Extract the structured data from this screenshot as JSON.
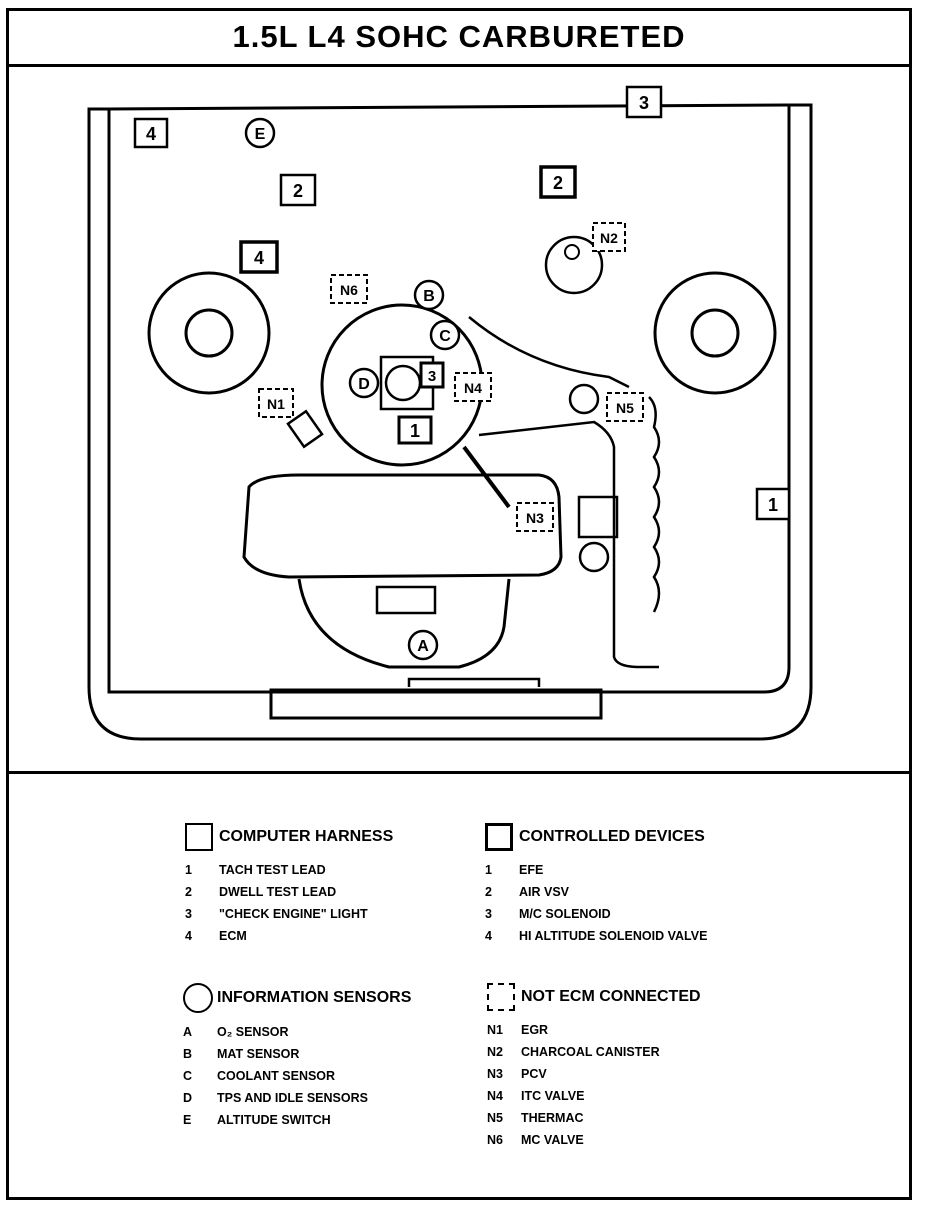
{
  "title": "1.5L L4 SOHC CARBURETED",
  "callouts": {
    "harness": [
      "1",
      "2",
      "3",
      "4"
    ],
    "devices": [
      "1",
      "2",
      "3",
      "4"
    ],
    "sensors": [
      "A",
      "B",
      "C",
      "D",
      "E"
    ],
    "not_ecm": [
      "N1",
      "N2",
      "N3",
      "N4",
      "N5",
      "N6"
    ]
  },
  "legend": {
    "computer_harness": {
      "heading": "COMPUTER HARNESS",
      "items": [
        {
          "code": "1",
          "label": "TACH TEST LEAD"
        },
        {
          "code": "2",
          "label": "DWELL TEST LEAD"
        },
        {
          "code": "3",
          "label": "\"CHECK ENGINE\" LIGHT"
        },
        {
          "code": "4",
          "label": "ECM"
        }
      ]
    },
    "controlled_devices": {
      "heading": "CONTROLLED DEVICES",
      "items": [
        {
          "code": "1",
          "label": "EFE"
        },
        {
          "code": "2",
          "label": "AIR VSV"
        },
        {
          "code": "3",
          "label": "M/C SOLENOID"
        },
        {
          "code": "4",
          "label": "HI ALTITUDE SOLENOID VALVE"
        }
      ]
    },
    "information_sensors": {
      "heading": "INFORMATION SENSORS",
      "items": [
        {
          "code": "A",
          "label": "O₂ SENSOR"
        },
        {
          "code": "B",
          "label": "MAT SENSOR"
        },
        {
          "code": "C",
          "label": "COOLANT SENSOR"
        },
        {
          "code": "D",
          "label": "TPS AND IDLE SENSORS"
        },
        {
          "code": "E",
          "label": "ALTITUDE SWITCH"
        }
      ]
    },
    "not_ecm_connected": {
      "heading": "NOT ECM CONNECTED",
      "items": [
        {
          "code": "N1",
          "label": "EGR"
        },
        {
          "code": "N2",
          "label": "CHARCOAL CANISTER"
        },
        {
          "code": "N3",
          "label": "PCV"
        },
        {
          "code": "N4",
          "label": "ITC VALVE"
        },
        {
          "code": "N5",
          "label": "THERMAC"
        },
        {
          "code": "N6",
          "label": "MC VALVE"
        }
      ]
    }
  }
}
